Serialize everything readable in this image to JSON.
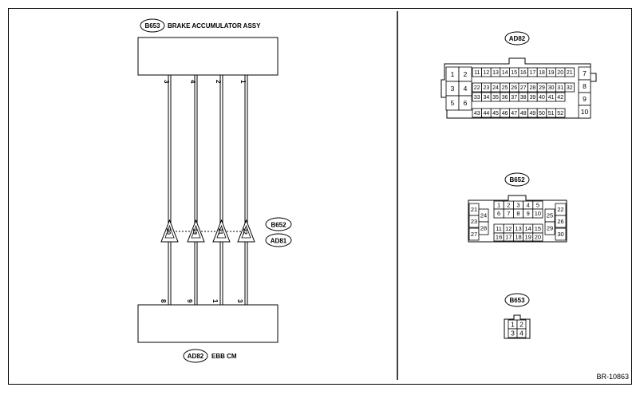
{
  "diagram_id": "BR-10863",
  "top_box": {
    "code": "B653",
    "name": "BRAKE ACCUMULATOR ASSY",
    "pins": [
      "3",
      "4",
      "2",
      "1"
    ]
  },
  "bottom_box": {
    "code": "AD82",
    "name": "EBB CM",
    "pins": [
      "8",
      "9",
      "1",
      "3"
    ]
  },
  "junction_labels": [
    "B652",
    "AD81"
  ],
  "junction_pins": [
    "20",
    "19",
    "21",
    "22"
  ],
  "connector_ad82": {
    "code": "AD82",
    "left_cells": [
      "1",
      "2",
      "3",
      "4",
      "5",
      "6"
    ],
    "row1": [
      "11",
      "12",
      "13",
      "14",
      "15",
      "16",
      "17",
      "18",
      "19",
      "20",
      "21"
    ],
    "row2": [
      "22",
      "23",
      "24",
      "25",
      "26",
      "27",
      "28",
      "29",
      "30",
      "31",
      "32"
    ],
    "row3": [
      "33",
      "34",
      "35",
      "36",
      "37",
      "38",
      "39",
      "40",
      "41",
      "42"
    ],
    "row4": [
      "43",
      "44",
      "45",
      "46",
      "47",
      "48",
      "49",
      "50",
      "51",
      "52"
    ],
    "right_cells": [
      "7",
      "8",
      "9",
      "10"
    ]
  },
  "connector_b652": {
    "code": "B652",
    "left_outer": [
      "21",
      "23",
      "27"
    ],
    "left_inner": [
      "24",
      "28"
    ],
    "row1": [
      "1",
      "2",
      "3",
      "4",
      "5"
    ],
    "row2": [
      "6",
      "7",
      "8",
      "9",
      "10"
    ],
    "row3": [
      "11",
      "12",
      "13",
      "14",
      "15"
    ],
    "row4": [
      "16",
      "17",
      "18",
      "19",
      "20"
    ],
    "right_inner": [
      "25",
      "29"
    ],
    "right_outer": [
      "22",
      "26",
      "30"
    ]
  },
  "connector_b653": {
    "code": "B653",
    "pins": [
      "1",
      "2",
      "3",
      "4"
    ]
  }
}
